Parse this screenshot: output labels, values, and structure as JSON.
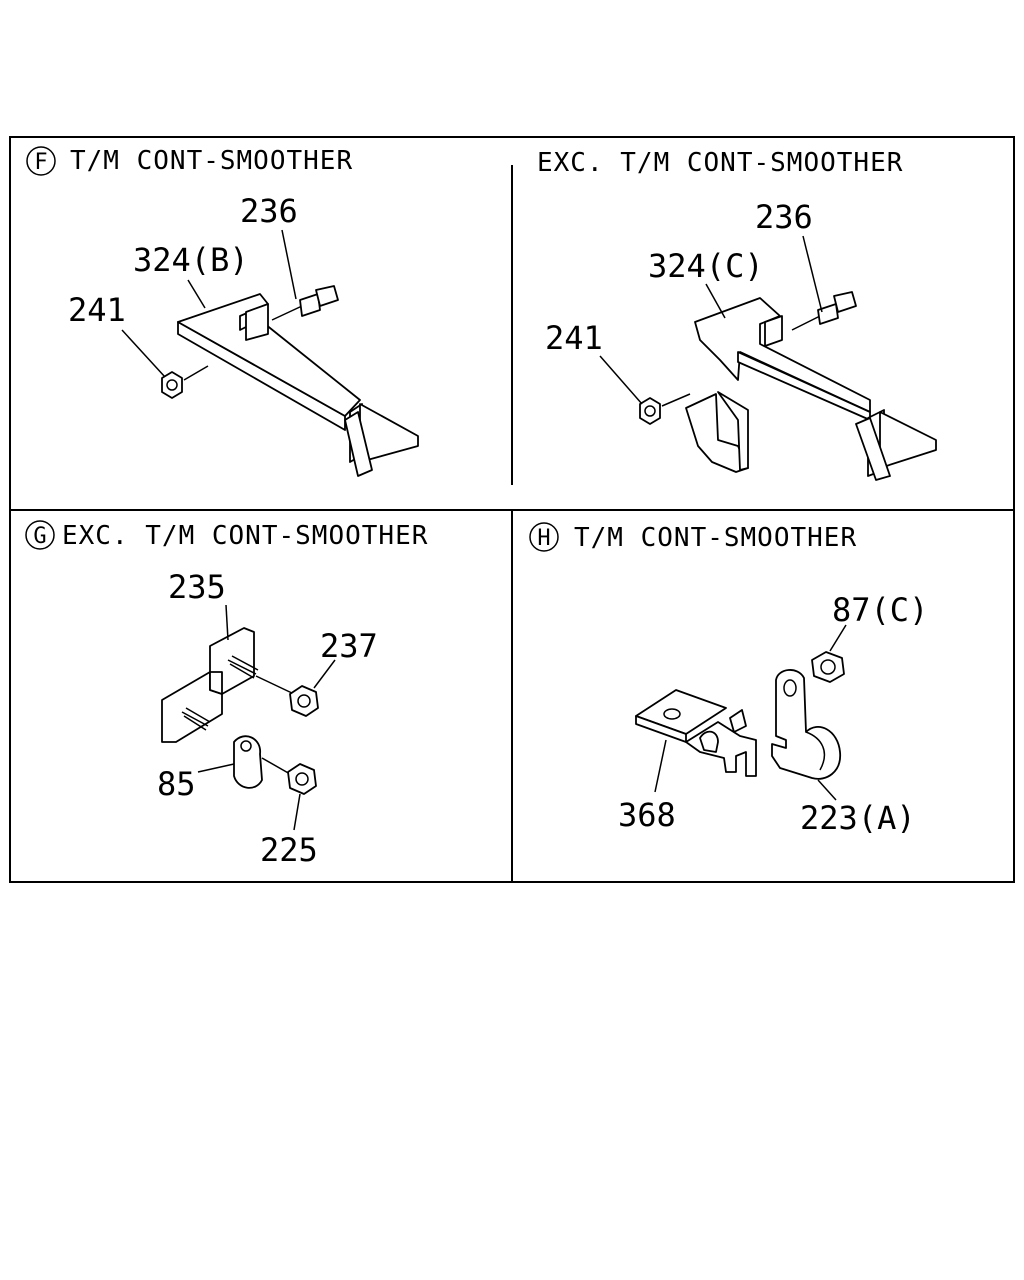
{
  "panels": {
    "f": {
      "marker": "F",
      "title": "T/M CONT-SMOOTHER",
      "labels": {
        "bolt": "236",
        "bracket": "324(B)",
        "nut": "241"
      }
    },
    "exc": {
      "title": "EXC. T/M CONT-SMOOTHER",
      "labels": {
        "bolt": "236",
        "bracket": "324(C)",
        "nut": "241"
      }
    },
    "g": {
      "marker": "G",
      "title": "EXC. T/M CONT-SMOOTHER",
      "labels": {
        "bracket": "235",
        "nut_upper": "237",
        "clip": "85",
        "nut_lower": "225"
      }
    },
    "h": {
      "marker": "H",
      "title": "T/M CONT-SMOOTHER",
      "labels": {
        "nut": "87(C)",
        "bracket": "368",
        "clamp": "223(A)"
      }
    }
  }
}
